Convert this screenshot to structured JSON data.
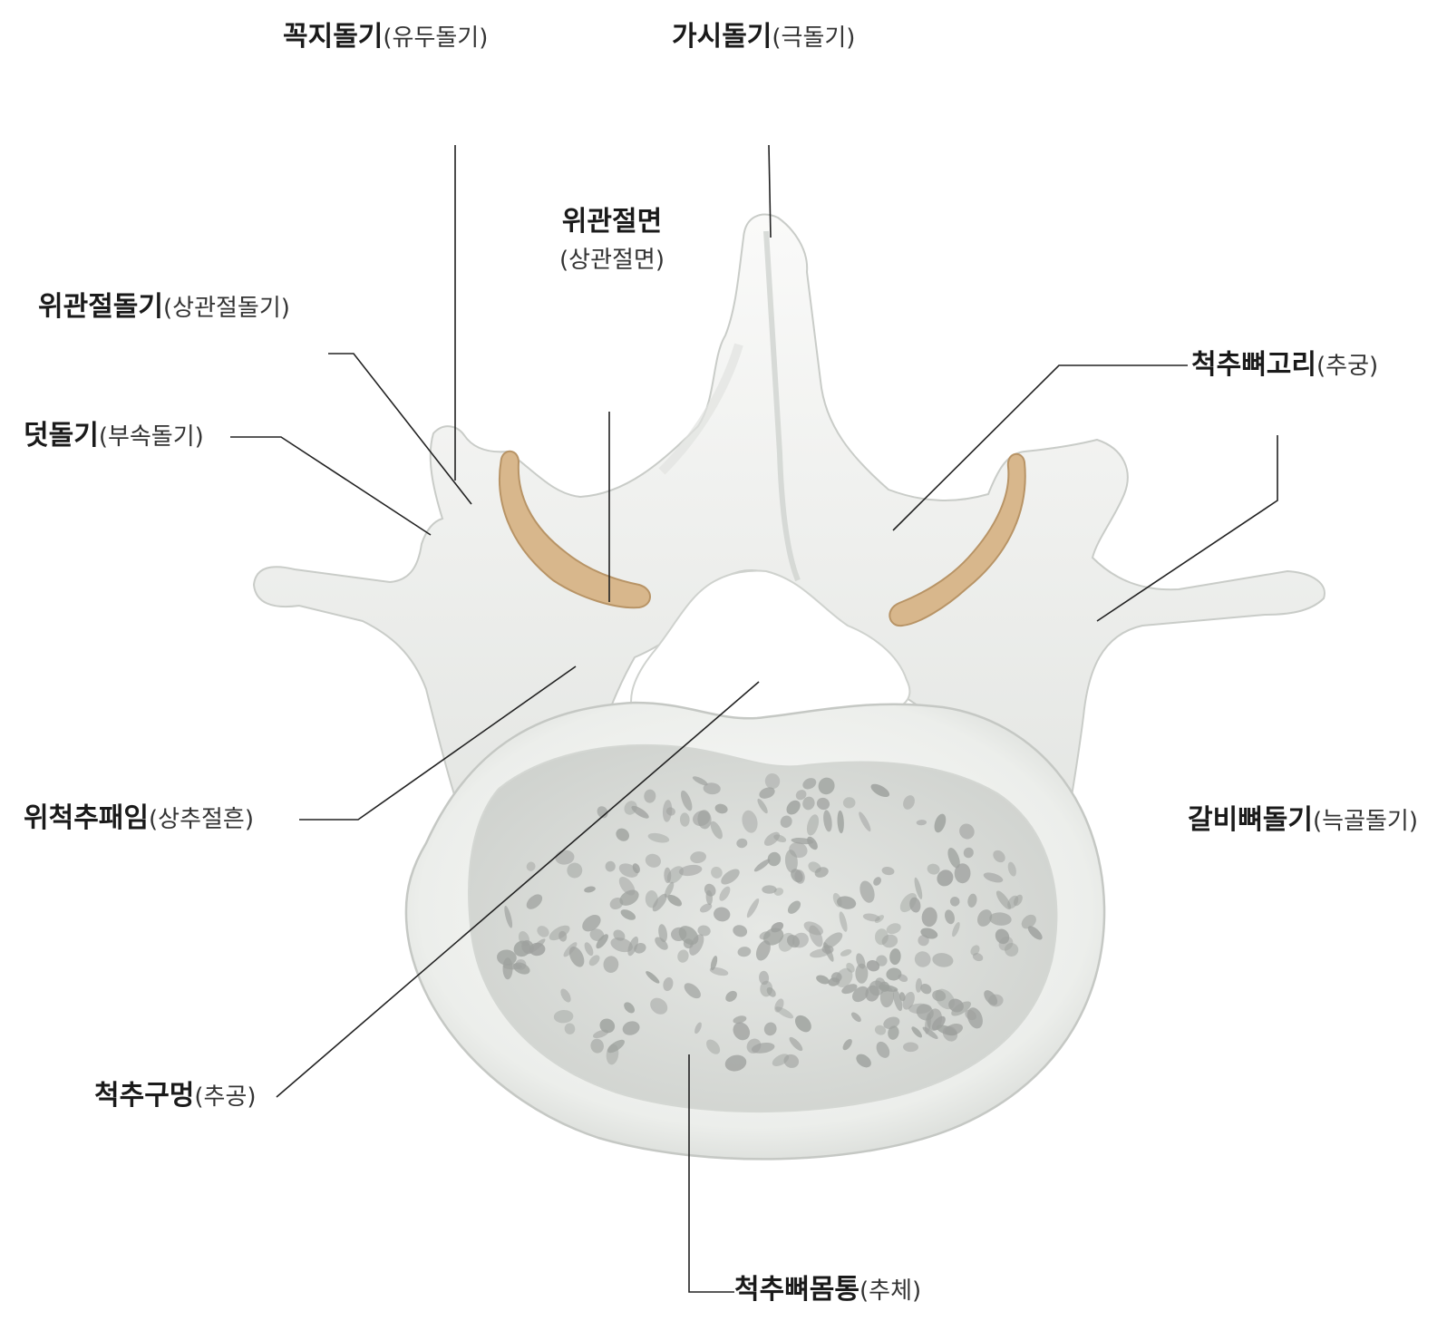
{
  "labels": {
    "mammillary": {
      "main": "꼭지돌기",
      "alt": "(유두돌기)"
    },
    "spinous": {
      "main": "가시돌기",
      "alt": "(극돌기)"
    },
    "sup_facet": {
      "main": "위관절면",
      "alt": "(상관절면)"
    },
    "sup_process": {
      "main": "위관절돌기",
      "alt": "(상관절돌기)"
    },
    "accessory": {
      "main": "덧돌기",
      "alt": "(부속돌기)"
    },
    "lamina": {
      "main": "척추뼈고리",
      "alt": "(추궁)"
    },
    "costal": {
      "main": "갈비뼈돌기",
      "alt": "(늑골돌기)"
    },
    "sup_notch": {
      "main": "위척추패임",
      "alt": "(상추절흔)"
    },
    "foramen": {
      "main": "척추구멍",
      "alt": "(추공)"
    },
    "body": {
      "main": "척추뼈몸통",
      "alt": "(추체)"
    }
  },
  "colors": {
    "bone": "#f3f4f2",
    "bone_shadow": "#d9dcd8",
    "cancellous": "#dfe1de",
    "pore": "#9ea19e",
    "cartilage": "#d8b78c",
    "leader": "#222222"
  }
}
